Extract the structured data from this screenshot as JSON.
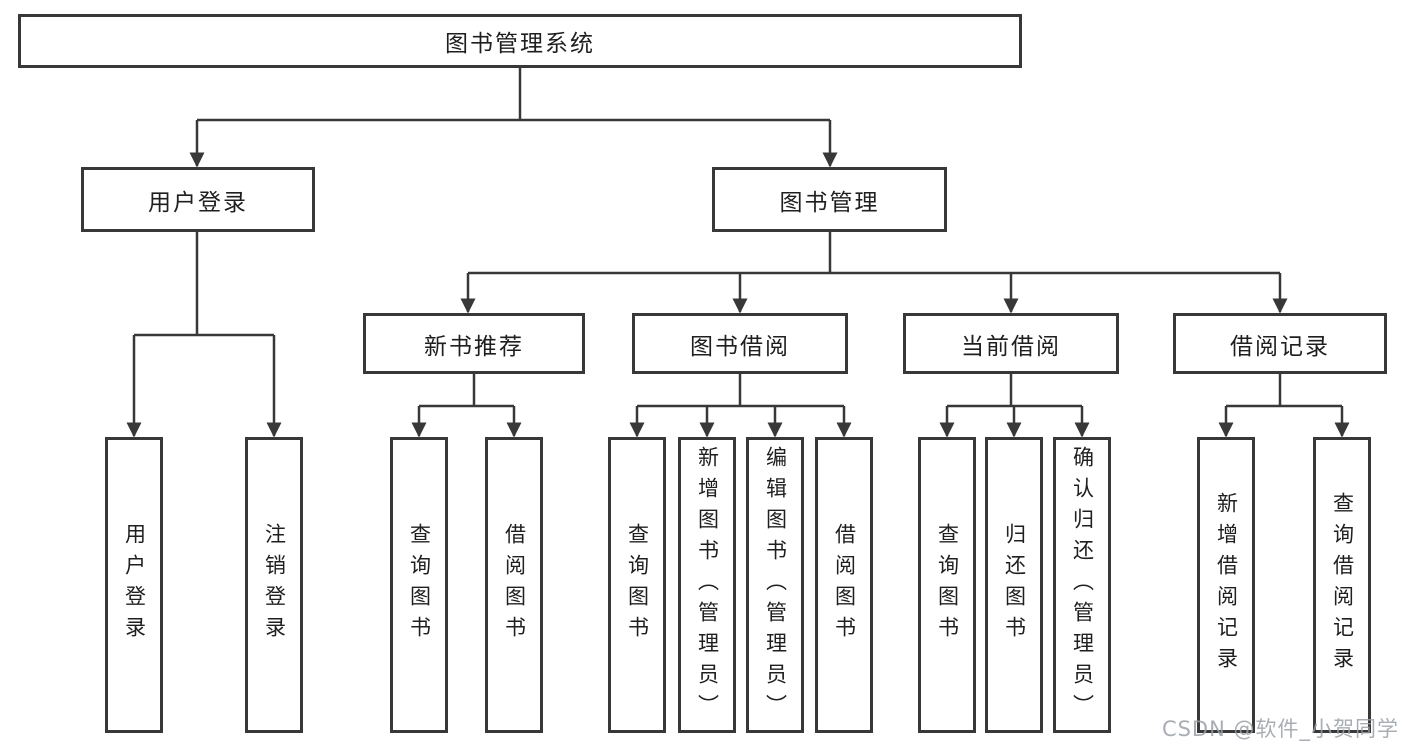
{
  "tree": {
    "label": "图书管理系统",
    "children": [
      {
        "label": "用户登录",
        "children": [
          {
            "label": "用户登录"
          },
          {
            "label": "注销登录"
          }
        ]
      },
      {
        "label": "图书管理",
        "children": [
          {
            "label": "新书推荐",
            "children": [
              {
                "label": "查询图书"
              },
              {
                "label": "借阅图书"
              }
            ]
          },
          {
            "label": "图书借阅",
            "children": [
              {
                "label": "查询图书"
              },
              {
                "label": "新增图书（管理员）"
              },
              {
                "label": "编辑图书（管理员）"
              },
              {
                "label": "借阅图书"
              }
            ]
          },
          {
            "label": "当前借阅",
            "children": [
              {
                "label": "查询图书"
              },
              {
                "label": "归还图书"
              },
              {
                "label": "确认归还（管理员）"
              }
            ]
          },
          {
            "label": "借阅记录",
            "children": [
              {
                "label": "新增借阅记录"
              },
              {
                "label": "查询借阅记录"
              }
            ]
          }
        ]
      }
    ]
  },
  "watermark": {
    "text": "CSDN @软件_小贺同学"
  },
  "colors": {
    "line": "#383838",
    "box_border": "#383838",
    "text": "#1f1f1f",
    "watermark_text": "#9aa0a6",
    "background": "#ffffff"
  }
}
